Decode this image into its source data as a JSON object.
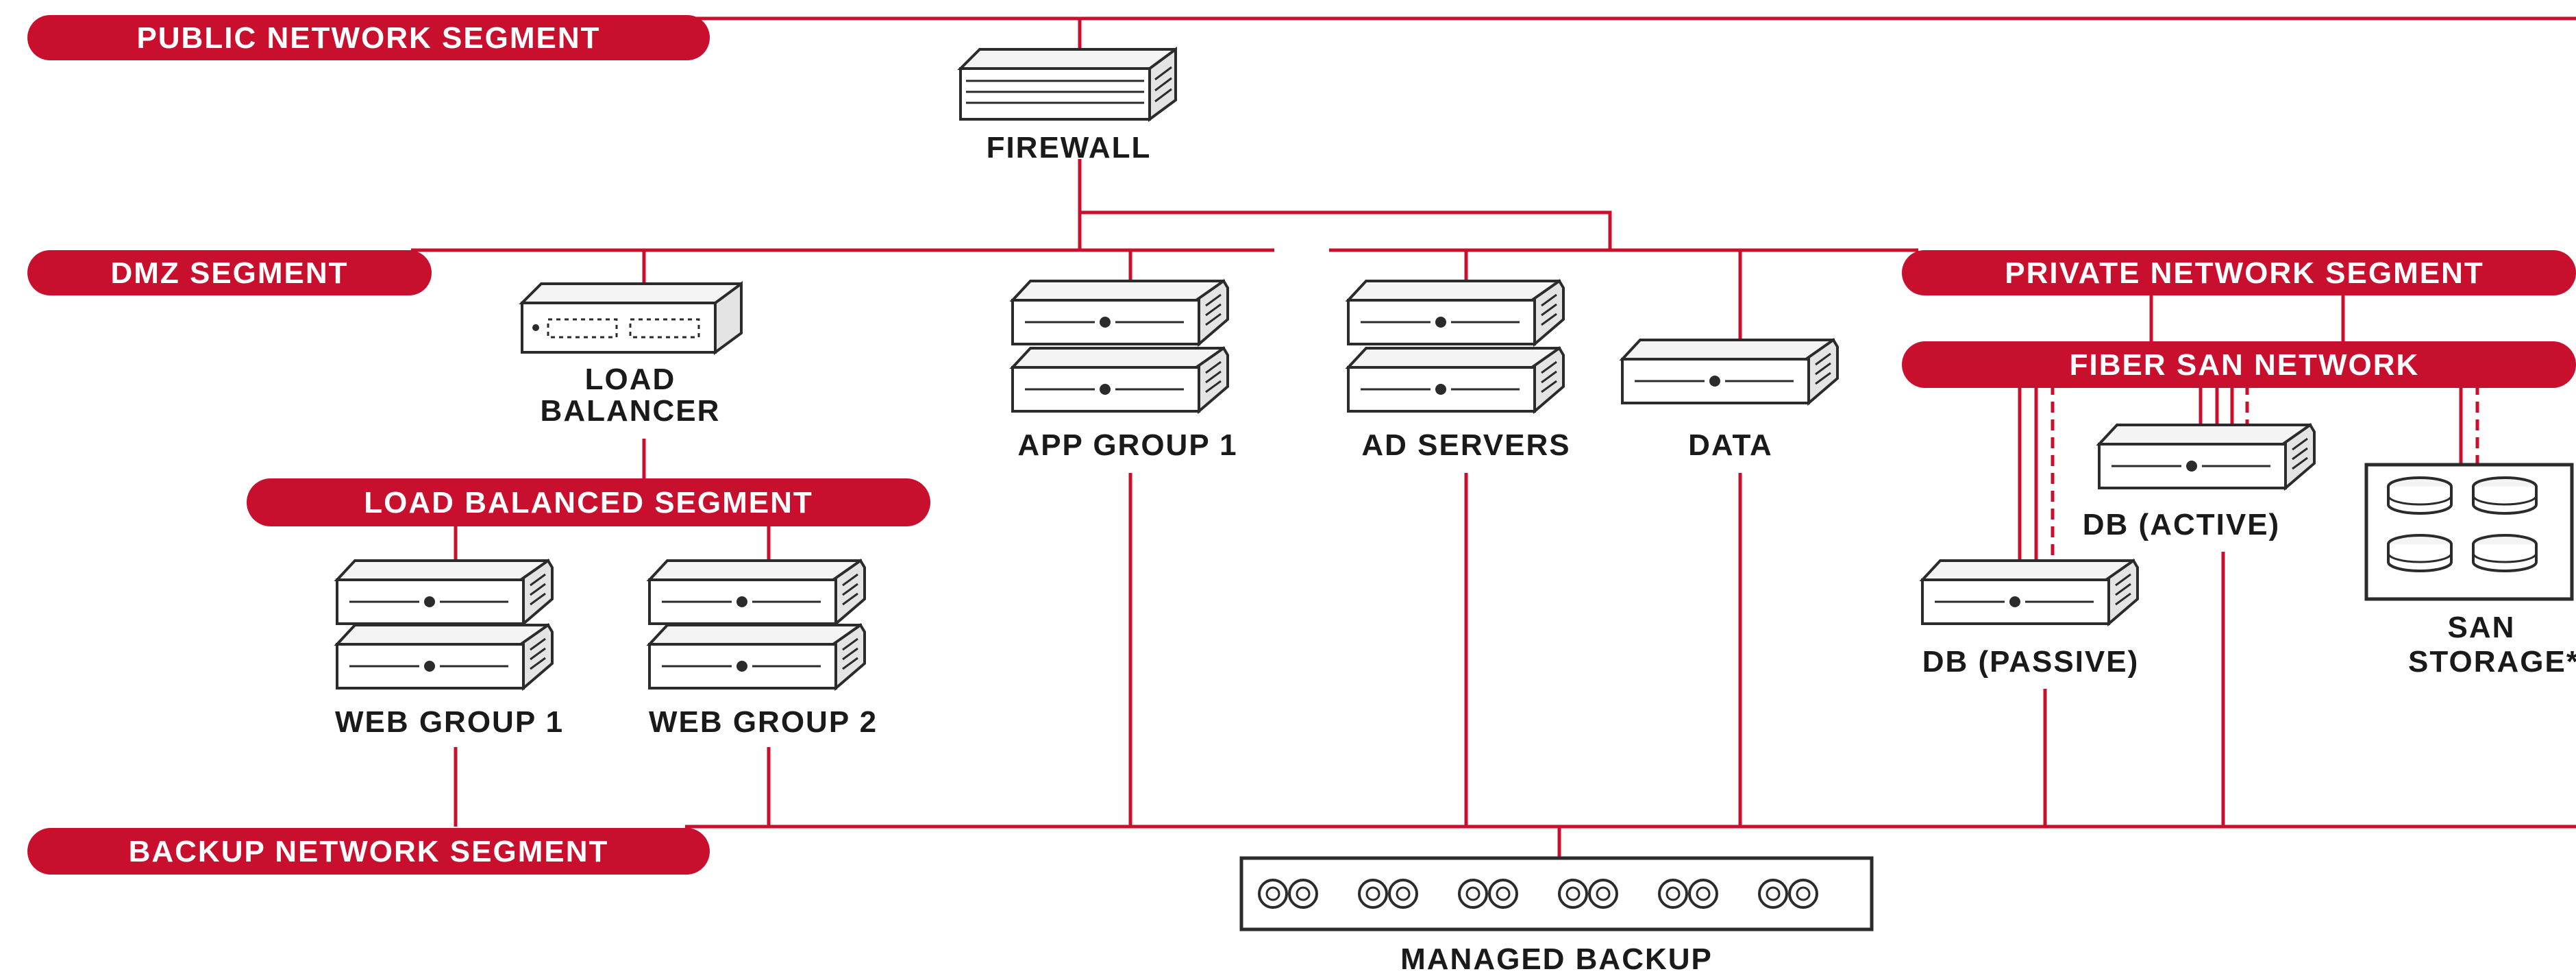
{
  "colors": {
    "accent": "#c8102e",
    "ink": "#1a1a1a",
    "background": "#ffffff"
  },
  "segments": {
    "public": "PUBLIC NETWORK SEGMENT",
    "dmz": "DMZ SEGMENT",
    "private": "PRIVATE NETWORK SEGMENT",
    "fiber_san": "FIBER SAN NETWORK",
    "load_balanced": "LOAD BALANCED SEGMENT",
    "backup": "BACKUP NETWORK SEGMENT"
  },
  "nodes": {
    "firewall": "FIREWALL",
    "load_balancer": [
      "LOAD",
      "BALANCER"
    ],
    "app_group_1": "APP GROUP 1",
    "ad_servers": "AD SERVERS",
    "data": "DATA",
    "web_group_1": "WEB GROUP 1",
    "web_group_2": "WEB GROUP 2",
    "db_active": "DB (ACTIVE)",
    "db_passive": "DB (PASSIVE)",
    "san_storage": [
      "SAN",
      "STORAGE*"
    ],
    "managed_backup": "MANAGED BACKUP"
  },
  "icons": {
    "firewall": "firewall-appliance-icon",
    "load_balancer": "load-balancer-icon",
    "server": "rack-server-icon",
    "storage": "disk-array-icon",
    "backup": "tape-library-icon"
  }
}
